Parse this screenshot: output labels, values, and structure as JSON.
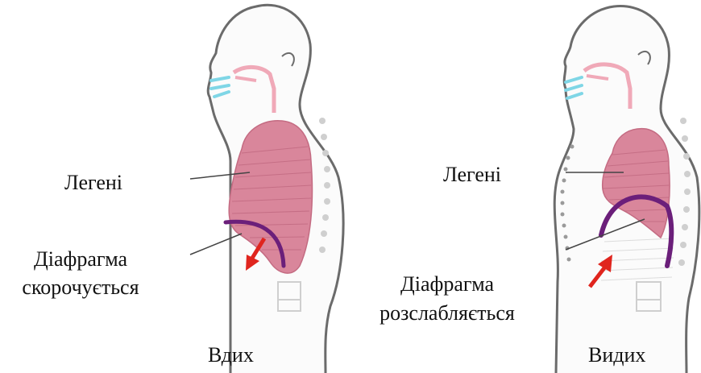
{
  "inhale": {
    "lungs_label": "Легені",
    "diaphragm_label_1": "Діафрагма",
    "diaphragm_label_2": "скорочується",
    "caption": "Вдих"
  },
  "exhale": {
    "lungs_label": "Легені",
    "diaphragm_label_1": "Діафрагма",
    "diaphragm_label_2": "розслабляється",
    "caption": "Видих"
  },
  "colors": {
    "outline": "#6b6b6b",
    "lungs": "#d9869b",
    "lung_lines": "#b85f77",
    "diaphragm": "#6b1f7a",
    "arrow": "#e0251e",
    "airway": "#f0a9b8",
    "air": "#7fd6e6"
  }
}
